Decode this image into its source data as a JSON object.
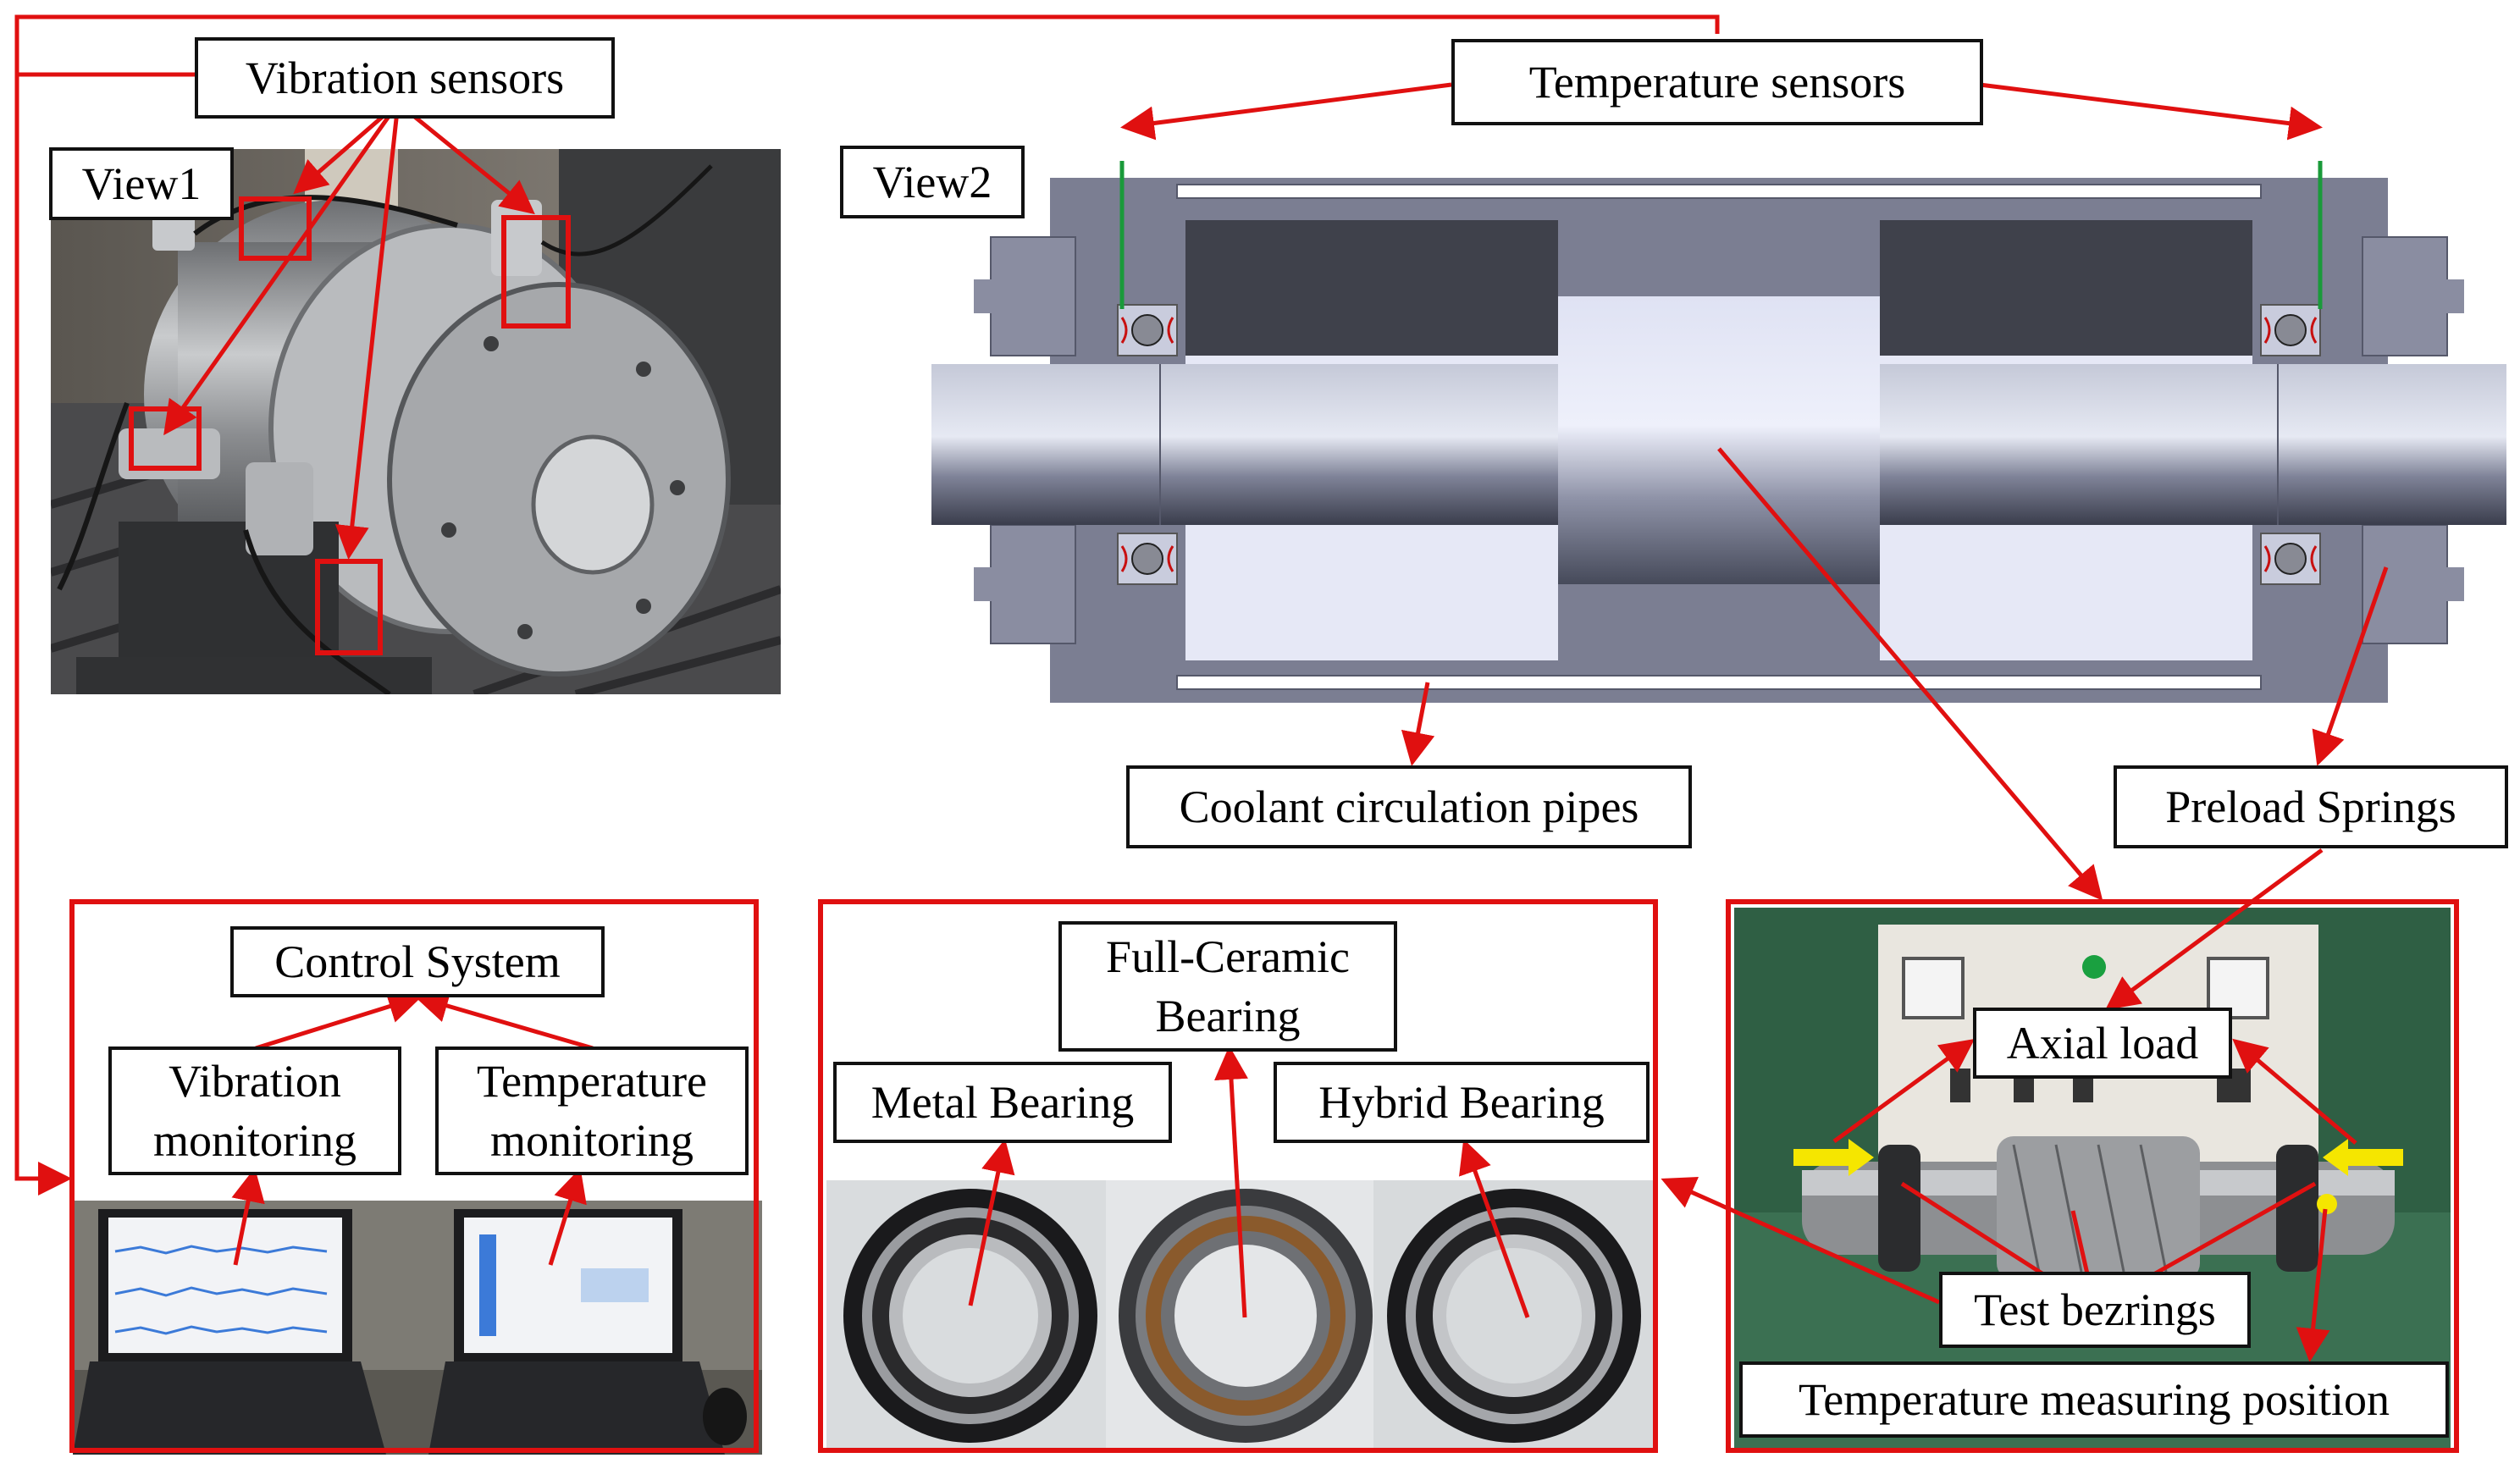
{
  "labels": {
    "vibration_sensors": "Vibration sensors",
    "view1": "View1",
    "view2": "View2",
    "temperature_sensors": "Temperature sensors",
    "coolant_pipes": "Coolant circulation pipes",
    "preload_springs": "Preload Springs",
    "control_system": "Control System",
    "vibration_monitoring_l1": "Vibration",
    "vibration_monitoring_l2": "monitoring",
    "temperature_monitoring_l1": "Temperature",
    "temperature_monitoring_l2": "monitoring",
    "full_ceramic_l1": "Full-Ceramic",
    "full_ceramic_l2": "Bearing",
    "metal_bearing": "Metal Bearing",
    "hybrid_bearing": "Hybrid Bearing",
    "axial_load": "Axial load",
    "test_bearings": "Test bezrings",
    "temp_measuring_position": "Temperature measuring position"
  },
  "colors": {
    "annotation_red": "#e01010",
    "label_border": "#111111",
    "sensor_wire_green": "#1a9a3a",
    "load_arrow_yellow": "#f5e600"
  }
}
